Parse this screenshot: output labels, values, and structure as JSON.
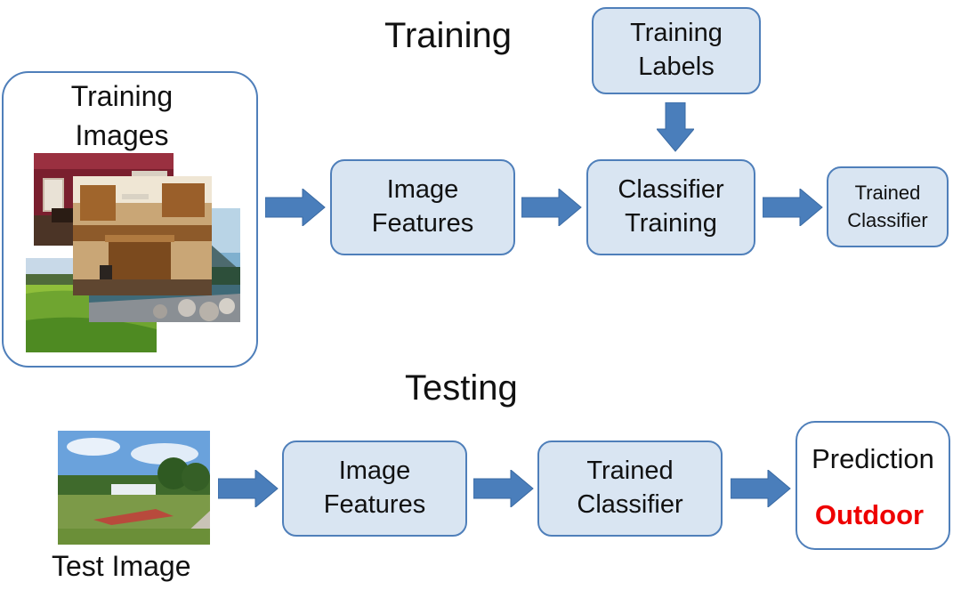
{
  "training": {
    "heading": "Training",
    "images_title_line1": "Training",
    "images_title_line2": "Images",
    "features_line1": "Image",
    "features_line2": "Features",
    "labels_line1": "Training",
    "labels_line2": "Labels",
    "classifier_line1": "Classifier",
    "classifier_line2": "Training",
    "trained_line1": "Trained",
    "trained_line2": "Classifier"
  },
  "testing": {
    "heading": "Testing",
    "test_image_label": "Test Image",
    "features_line1": "Image",
    "features_line2": "Features",
    "classifier_line1": "Trained",
    "classifier_line2": "Classifier",
    "prediction_label": "Prediction",
    "prediction_value": "Outdoor"
  },
  "colors": {
    "box_fill": "#d9e5f2",
    "box_border": "#4f7fba",
    "arrow_fill": "#4a7ebb",
    "prediction_value": "#ee0000"
  }
}
